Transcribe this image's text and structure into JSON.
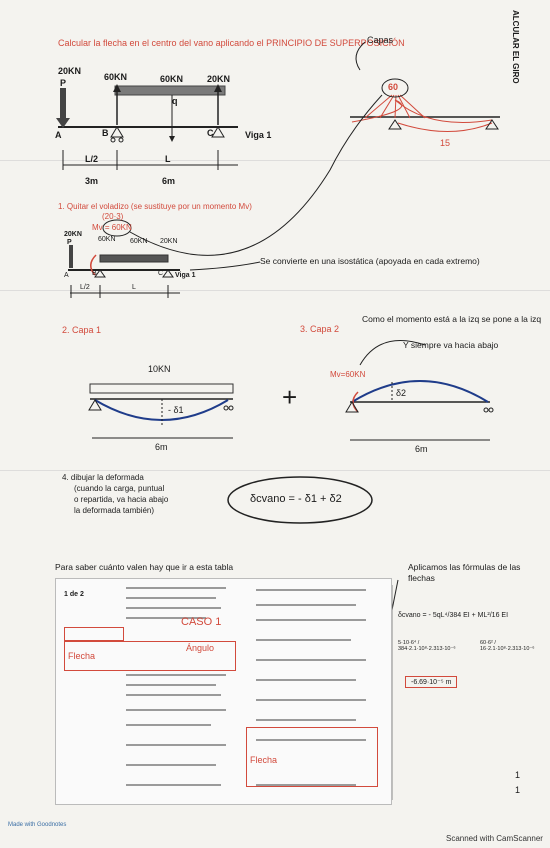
{
  "header": {
    "title": "Calcular la flecha en el centro del vano aplicando el PRINCIPIO DE SUPERPOSICIÓN",
    "capas_label": "Capas",
    "side_text": "ALCULAR EL GIRO"
  },
  "beam1": {
    "p_load": "20KN",
    "p_symbol": "P",
    "left_load": "60KN",
    "mid_load": "60KN",
    "mid_q": "q",
    "right_load": "20KN",
    "label_a": "A",
    "label_b": "B",
    "label_c": "C",
    "viga": "Viga 1",
    "span_l2": "L/2",
    "span_l": "L",
    "dim_3m": "3m",
    "dim_6m": "6m"
  },
  "moment_diagram": {
    "circle_value": "60",
    "value_15": "15"
  },
  "step1": {
    "text": "1.  Quitar el voladizo (se sustituye por un momento Mv)",
    "formula": "(20·3)",
    "mv": "Mv = 60KN",
    "note": "Se convierte en una isostática (apoyada en cada extremo)"
  },
  "beam2": {
    "p_load": "20KN",
    "p_symbol": "P",
    "left_load": "60KN",
    "mid_load": "60KN",
    "right_load": "20KN",
    "label_a": "A",
    "label_b": "B",
    "label_c": "C",
    "viga": "Viga 1",
    "span_l2": "L/2",
    "span_l": "L"
  },
  "capa1": {
    "title": "2.  Capa 1",
    "load": "10KN",
    "delta": "- δ1",
    "dim": "6m"
  },
  "capa2": {
    "title": "3.  Capa 2",
    "note1": "Como el momento está a la izq se pone a la izq",
    "note2": "Y siempre va hacia abajo",
    "mv": "Mv=60KN",
    "delta": "δ2",
    "dim": "6m"
  },
  "plus_sign": "+",
  "step4": {
    "line1": "4.  dibujar la deformada",
    "line2": "(cuando la carga, puntual",
    "line3": "o repartida, va hacia abajo",
    "line4": "la deformada también)"
  },
  "ellipse_formula": "δcvano = - δ1 + δ2",
  "table_note": "Para saber cuánto valen hay que ir a esta tabla",
  "table": {
    "page": "1 de 2",
    "caso": "CASO 1",
    "flecha": "Flecha",
    "angulo": "Ángulo",
    "flecha2": "Flecha"
  },
  "formulas": {
    "title1": "Aplicamos las fórmulas de las",
    "title2": "flechas",
    "line1": "δcvano = - 5qL⁴/384 EI + ML²/16 EI",
    "line2_left": "5·10·6⁴ / 384·2.1·10⁸·2.313·10⁻⁶",
    "line2_right": "60·6² / 16·2.1·10⁸·2.313·10⁻⁶",
    "result": "-6.69·10⁻⁵ m"
  },
  "page_nums": [
    "1",
    "1"
  ],
  "footer": {
    "goodnotes": "Made with Goodnotes",
    "camscanner": "Scanned with CamScanner"
  }
}
